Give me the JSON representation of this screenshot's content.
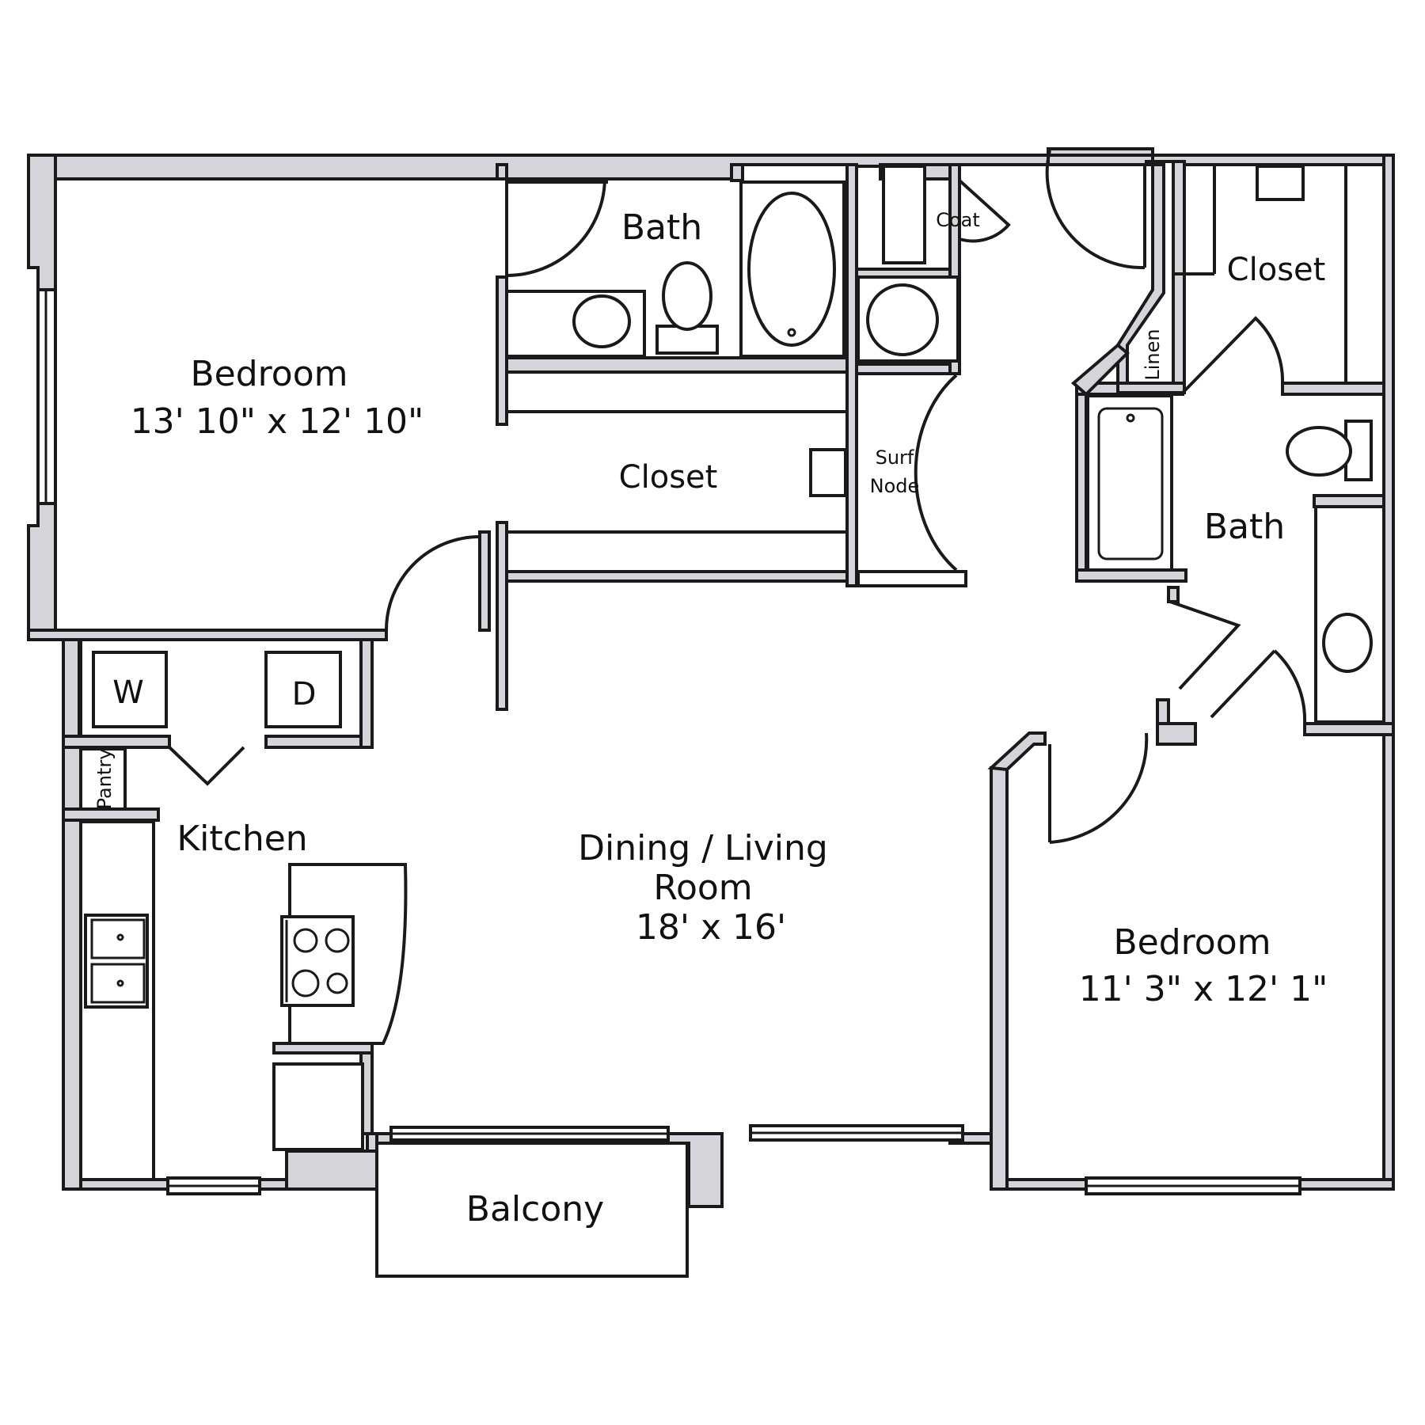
{
  "rooms": {
    "bedroom_1": {
      "name": "Bedroom",
      "dims": "13' 10\" x 12' 10\""
    },
    "bath_1": {
      "name": "Bath"
    },
    "closet_1": {
      "name": "Closet"
    },
    "coat": {
      "name": "Coat"
    },
    "surf_node": {
      "line1": "Surf",
      "line2": "Node"
    },
    "closet_2": {
      "name": "Closet"
    },
    "linen": {
      "name": "Linen"
    },
    "bath_2": {
      "name": "Bath"
    },
    "washer": {
      "name": "W"
    },
    "dryer": {
      "name": "D"
    },
    "pantry": {
      "name": "Pantry"
    },
    "kitchen": {
      "name": "Kitchen"
    },
    "living": {
      "line1": "Dining / Living",
      "line2": "Room",
      "dims": "18' x 16'"
    },
    "bedroom_2": {
      "name": "Bedroom",
      "dims": "11' 3\" x 12' 1\""
    },
    "balcony": {
      "name": "Balcony"
    }
  }
}
